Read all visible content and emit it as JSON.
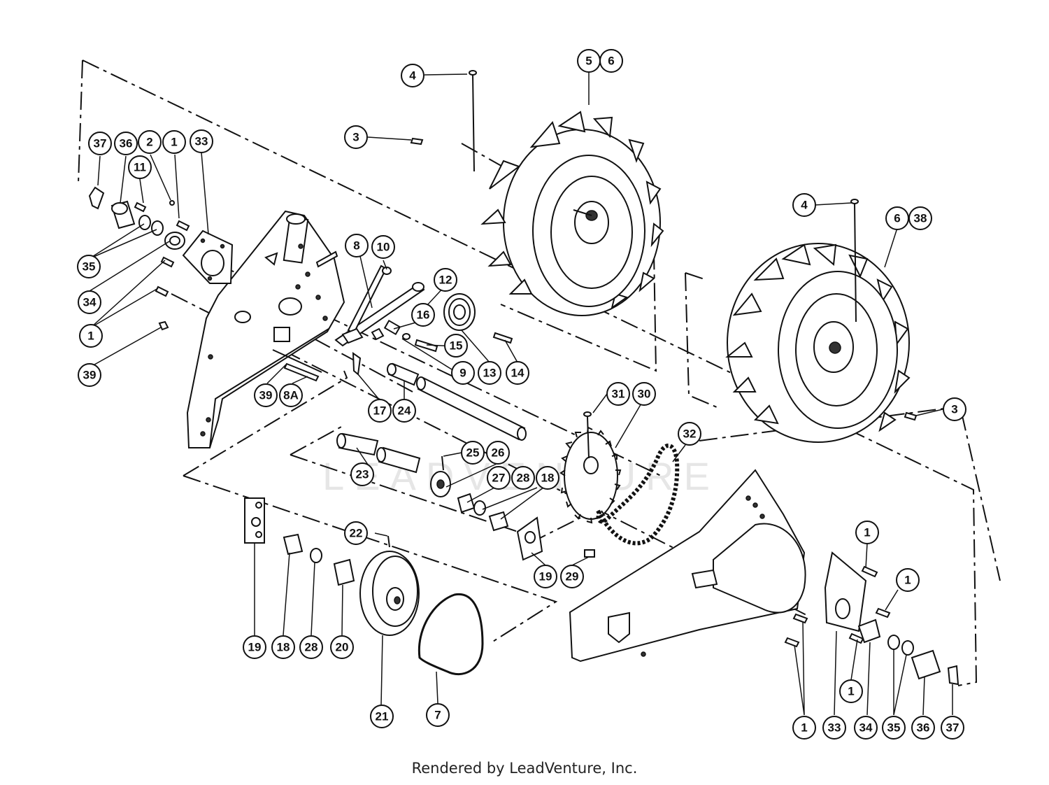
{
  "footer_text": "Rendered by LeadVenture, Inc.",
  "watermark_text": "LEADVENTURE",
  "part_numbers": [
    "1",
    "2",
    "3",
    "4",
    "5",
    "6",
    "7",
    "8",
    "8A",
    "9",
    "10",
    "11",
    "12",
    "13",
    "14",
    "15",
    "16",
    "17",
    "18",
    "19",
    "20",
    "21",
    "22",
    "23",
    "24",
    "25",
    "26",
    "27",
    "28",
    "29",
    "30",
    "31",
    "32",
    "33",
    "34",
    "35",
    "36",
    "37",
    "38",
    "39"
  ],
  "callouts": [
    {
      "label": "4"
    },
    {
      "label": "5"
    },
    {
      "label": "6"
    },
    {
      "label": "3"
    },
    {
      "label": "37"
    },
    {
      "label": "36"
    },
    {
      "label": "2"
    },
    {
      "label": "1"
    },
    {
      "label": "33"
    },
    {
      "label": "11"
    },
    {
      "label": "35"
    },
    {
      "label": "34"
    },
    {
      "label": "1"
    },
    {
      "label": "39"
    },
    {
      "label": "8"
    },
    {
      "label": "10"
    },
    {
      "label": "12"
    },
    {
      "label": "16"
    },
    {
      "label": "15"
    },
    {
      "label": "9"
    },
    {
      "label": "13"
    },
    {
      "label": "14"
    },
    {
      "label": "17"
    },
    {
      "label": "24"
    },
    {
      "label": "39"
    },
    {
      "label": "8A"
    },
    {
      "label": "4"
    },
    {
      "label": "6"
    },
    {
      "label": "38"
    },
    {
      "label": "3"
    },
    {
      "label": "31"
    },
    {
      "label": "30"
    },
    {
      "label": "32"
    },
    {
      "label": "25"
    },
    {
      "label": "26"
    },
    {
      "label": "23"
    },
    {
      "label": "27"
    },
    {
      "label": "28"
    },
    {
      "label": "18"
    },
    {
      "label": "22"
    },
    {
      "label": "19"
    },
    {
      "label": "29"
    },
    {
      "label": "19"
    },
    {
      "label": "18"
    },
    {
      "label": "28"
    },
    {
      "label": "20"
    },
    {
      "label": "21"
    },
    {
      "label": "7"
    },
    {
      "label": "1"
    },
    {
      "label": "1"
    },
    {
      "label": "1"
    },
    {
      "label": "1"
    },
    {
      "label": "33"
    },
    {
      "label": "34"
    },
    {
      "label": "35"
    },
    {
      "label": "36"
    },
    {
      "label": "37"
    }
  ]
}
